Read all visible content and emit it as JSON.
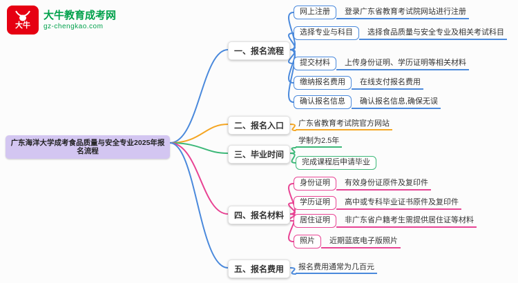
{
  "logo": {
    "badge": "大牛",
    "site_name": "大牛教育成考网",
    "site_url": "gz-chengkao.com"
  },
  "root": {
    "label": "广东海洋大学成考食品质量与安全专业2025年报名流程"
  },
  "colors": {
    "branch_flow": "#4a89dc",
    "branch_portal": "#f5a623",
    "branch_graduation": "#3cb878",
    "branch_materials": "#e84393",
    "branch_fee": "#4a89dc",
    "root_bg": "#d3c6f1",
    "logo_red": "#e60012",
    "logo_green": "#00a14b"
  },
  "branches": [
    {
      "label": "一、报名流程",
      "color": "#4a89dc",
      "children": [
        {
          "label": "网上注册",
          "desc": "登录广东省教育考试院网站进行注册"
        },
        {
          "label": "选择专业与科目",
          "desc": "选择食品质量与安全专业及相关考试科目"
        },
        {
          "label": "提交材料",
          "desc": "上传身份证明、学历证明等相关材料"
        },
        {
          "label": "缴纳报名费用",
          "desc": "在线支付报名费用"
        },
        {
          "label": "确认报名信息",
          "desc": "确认报名信息,确保无误"
        }
      ]
    },
    {
      "label": "二、报名入口",
      "color": "#f5a623",
      "children": [
        {
          "label": "广东省教育考试院官方网站"
        }
      ]
    },
    {
      "label": "三、毕业时间",
      "color": "#3cb878",
      "children": [
        {
          "label": "学制为2.5年"
        },
        {
          "label": "完成课程后申请毕业"
        }
      ]
    },
    {
      "label": "四、报名材料",
      "color": "#e84393",
      "children": [
        {
          "label": "身份证明",
          "desc": "有效身份证原件及复印件"
        },
        {
          "label": "学历证明",
          "desc": "高中或专科毕业证书原件及复印件"
        },
        {
          "label": "居住证明",
          "desc": "非广东省户籍考生需提供居住证等材料"
        },
        {
          "label": "照片",
          "desc": "近期蓝底电子版照片"
        }
      ]
    },
    {
      "label": "五、报名费用",
      "color": "#4a89dc",
      "children": [
        {
          "label": "报名费用通常为几百元"
        }
      ]
    }
  ]
}
